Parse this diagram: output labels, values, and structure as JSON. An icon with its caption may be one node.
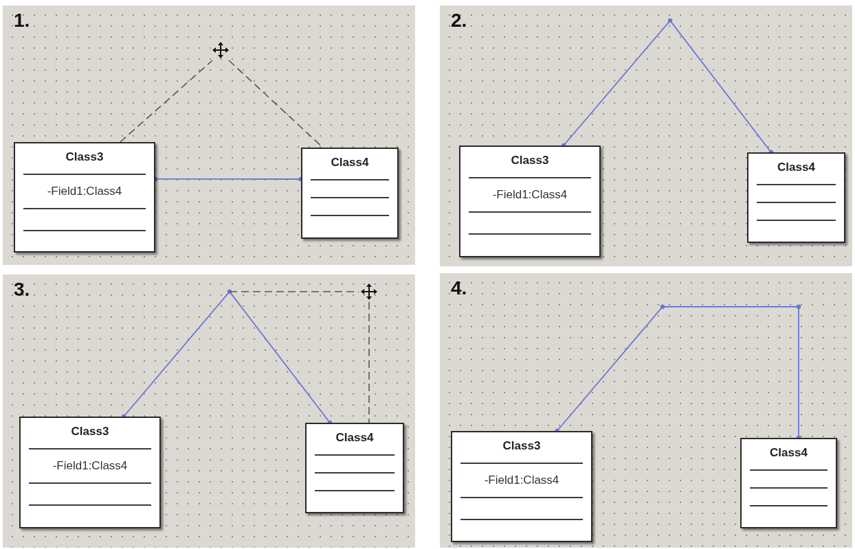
{
  "diagram": {
    "nodes": [
      {
        "text": [
          "1."
        ]
      },
      {
        "text": [],
        "shape": "cross",
        "in": 0
      },
      {
        "text": [
          "Class3",
          "-Field1:Class4"
        ],
        "in": 0
      },
      {
        "text": [
          "Class4"
        ],
        "in": 0
      },
      {
        "text": [
          "2."
        ]
      },
      {
        "text": [
          "Class3",
          "-Field1:Class4"
        ],
        "in": 4
      },
      {
        "text": [
          "Class4"
        ],
        "in": 4
      },
      {
        "text": [
          "3."
        ]
      },
      {
        "text": [],
        "shape": "cross",
        "in": 7
      },
      {
        "text": [
          "Class3",
          "-Field1:Class4"
        ],
        "in": 7
      },
      {
        "text": [
          "Class4"
        ],
        "in": 7
      },
      {
        "text": [
          "4."
        ]
      },
      {
        "text": [
          "Class3",
          "-Field1:Class4"
        ],
        "in": 11
      },
      {
        "text": [
          "Class4"
        ],
        "in": 11
      }
    ],
    "edges": [
      {
        "from": 2,
        "to": 3,
        "arrow": "other"
      },
      {
        "from": 2,
        "to": 1,
        "arrow": "none",
        "style": "dashed",
        "color": "#555555"
      },
      {
        "from": 1,
        "to": 3,
        "arrow": "none",
        "style": "dashed",
        "color": "#555555"
      },
      {
        "from": 5,
        "to": 6,
        "arrow": "other"
      },
      {
        "from": 9,
        "to": 10,
        "arrow": "other"
      },
      {
        "from": null,
        "to": 8,
        "arrow": "none",
        "style": "dashed",
        "color": "#555555"
      },
      {
        "from": 8,
        "to": 10,
        "arrow": "none",
        "style": "dashed",
        "color": "#555555"
      },
      {
        "from": 12,
        "to": 13,
        "arrow": "other"
      }
    ]
  }
}
